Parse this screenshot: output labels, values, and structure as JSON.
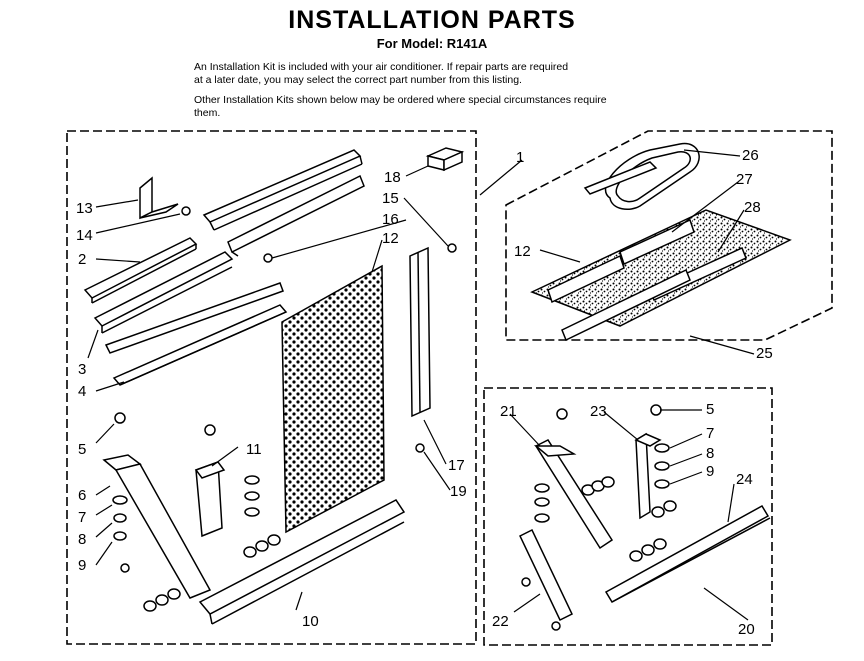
{
  "header": {
    "title": "INSTALLATION PARTS",
    "model": "For Model: R141A",
    "intro_line1": "An Installation Kit is included with your air conditioner. If repair parts are required",
    "intro_line2": "at a later date, you may select the correct part number from this listing.",
    "other_line1": "Other Installation Kits shown below may be ordered where special circumstances require",
    "other_line2": "them."
  },
  "labels": {
    "p1": "1",
    "p2": "2",
    "p3": "3",
    "p4": "4",
    "p5": "5",
    "p6": "6",
    "p7": "7",
    "p8": "8",
    "p9": "9",
    "p10": "10",
    "p11": "11",
    "p12": "12",
    "p13": "13",
    "p14": "14",
    "p15": "15",
    "p16": "16",
    "p17": "17",
    "p18": "18",
    "p19": "19",
    "p20": "20",
    "p21": "21",
    "p22": "22",
    "p23": "23",
    "p24": "24",
    "p25": "25",
    "p26": "26",
    "p27": "27",
    "p28": "28",
    "b_p12": "12",
    "b_p5": "5",
    "b_p7": "7",
    "b_p8": "8",
    "b_p9": "9"
  }
}
